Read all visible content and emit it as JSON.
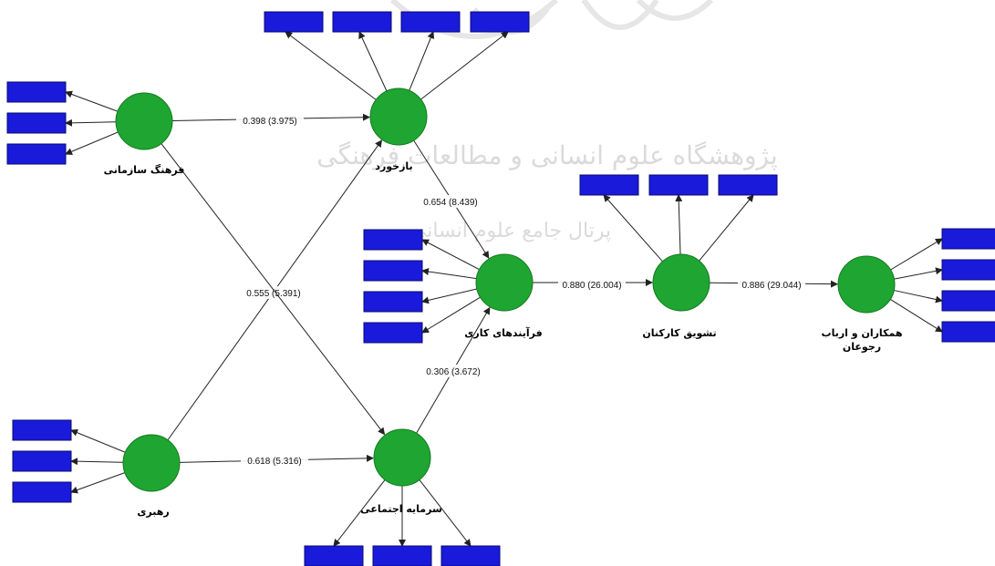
{
  "watermark": {
    "line1": "پژوهشگاه علوم انسانی و مطالعات فرهنگی",
    "line2": "پرتال جامع علوم انسانی"
  },
  "colors": {
    "construct": "#1fa531",
    "indicator": "#1a1adb",
    "arrow": "#222222"
  },
  "constructs": [
    {
      "id": "farhang",
      "label": "فرهنگ سازمانی",
      "indicators": [
        "",
        "",
        ""
      ]
    },
    {
      "id": "bazkhord",
      "label": "بازخورد",
      "indicators": [
        "",
        "",
        "",
        ""
      ]
    },
    {
      "id": "farayand",
      "label": "فرآیندهای کاری",
      "indicators": [
        "",
        "",
        "",
        ""
      ]
    },
    {
      "id": "rahbari",
      "label": "رهبری",
      "indicators": [
        "",
        "",
        ""
      ]
    },
    {
      "id": "sarmaye",
      "label": "سرمایه اجتماعی",
      "indicators": [
        "",
        "",
        ""
      ]
    },
    {
      "id": "tashvigh",
      "label": "تشویق کارکنان",
      "indicators": [
        "",
        "",
        ""
      ]
    },
    {
      "id": "hamkaran",
      "label": "همکاران و ارباب رجوعان",
      "indicators": [
        "",
        "",
        "",
        ""
      ]
    }
  ],
  "paths": [
    {
      "from": "farhang",
      "to": "bazkhord",
      "label": "0.398 (3.975)"
    },
    {
      "from": "bazkhord",
      "to": "farayand",
      "label": "0.654 (8.439)"
    },
    {
      "from": "rahbari",
      "to": "bazkhord",
      "label": "0.555 (5.391)"
    },
    {
      "from": "farhang",
      "to": "sarmaye",
      "label": ""
    },
    {
      "from": "rahbari",
      "to": "sarmaye",
      "label": "0.618 (5.316)"
    },
    {
      "from": "sarmaye",
      "to": "farayand",
      "label": "0.306 (3.672)"
    },
    {
      "from": "farayand",
      "to": "tashvigh",
      "label": "0.880 (26.004)"
    },
    {
      "from": "tashvigh",
      "to": "hamkaran",
      "label": "0.886 (29.044)"
    }
  ]
}
